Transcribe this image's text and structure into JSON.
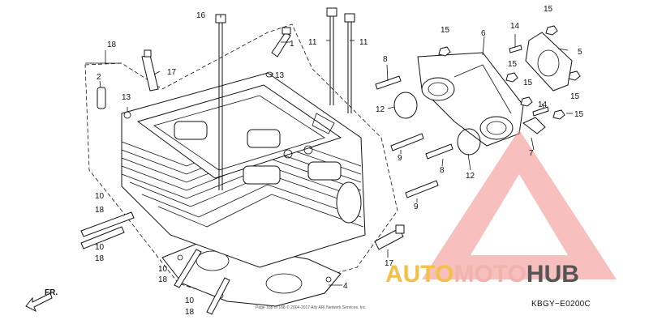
{
  "callouts": {
    "c1": "1",
    "c2": "2",
    "c4": "4",
    "c5": "5",
    "c6": "6",
    "c7": "7",
    "c8a": "8",
    "c8b": "8",
    "c9a": "9",
    "c9b": "9",
    "c10a": "10",
    "c10b": "10",
    "c10c": "10",
    "c10d": "10",
    "c11a": "11",
    "c11b": "11",
    "c12a": "12",
    "c12b": "12",
    "c13a": "13",
    "c13b": "13",
    "c14a": "14",
    "c14b": "14",
    "c15a": "15",
    "c15b": "15",
    "c15c": "15",
    "c15d": "15",
    "c15e": "15",
    "c15f": "15",
    "c16": "16",
    "c17a": "17",
    "c17b": "17",
    "c18a": "18",
    "c18b": "18",
    "c18c": "18",
    "c18d": "18",
    "c18e": "18"
  },
  "diagram_code": "KBGY−E0200C",
  "direction_label": "FR.",
  "copyright": "Page 188 of 188 © 2004-2017 Ally ARI Network Services, Inc.",
  "watermark": {
    "part1": "AUTO",
    "part2": "MOTO",
    "part3": "HUB",
    "colors": {
      "auto": "#f3c04a",
      "moto": "#f2b3ad",
      "hub": "#555555",
      "triangle": "#f08a86"
    }
  }
}
